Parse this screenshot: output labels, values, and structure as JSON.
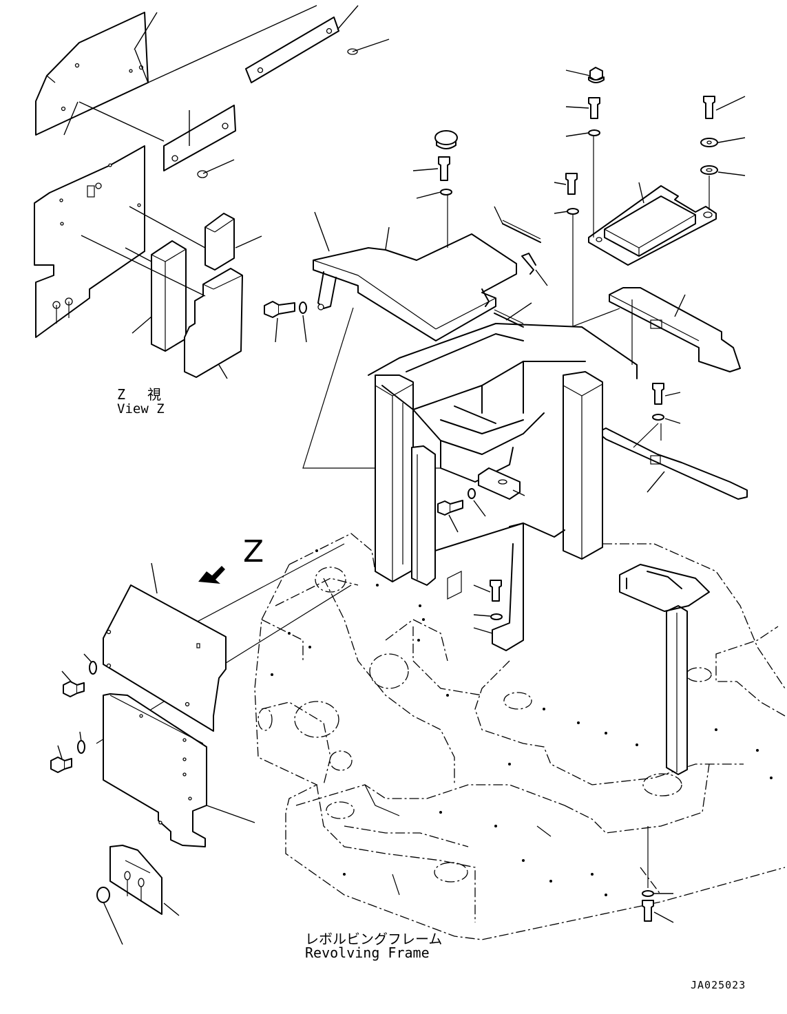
{
  "view_label": {
    "jp": "Z　視",
    "en": "View Z"
  },
  "arrow_letter": "Z",
  "frame_label": {
    "jp": "レボルビングフレーム",
    "en": "Revolving Frame"
  },
  "drawing_number": "JA025023"
}
